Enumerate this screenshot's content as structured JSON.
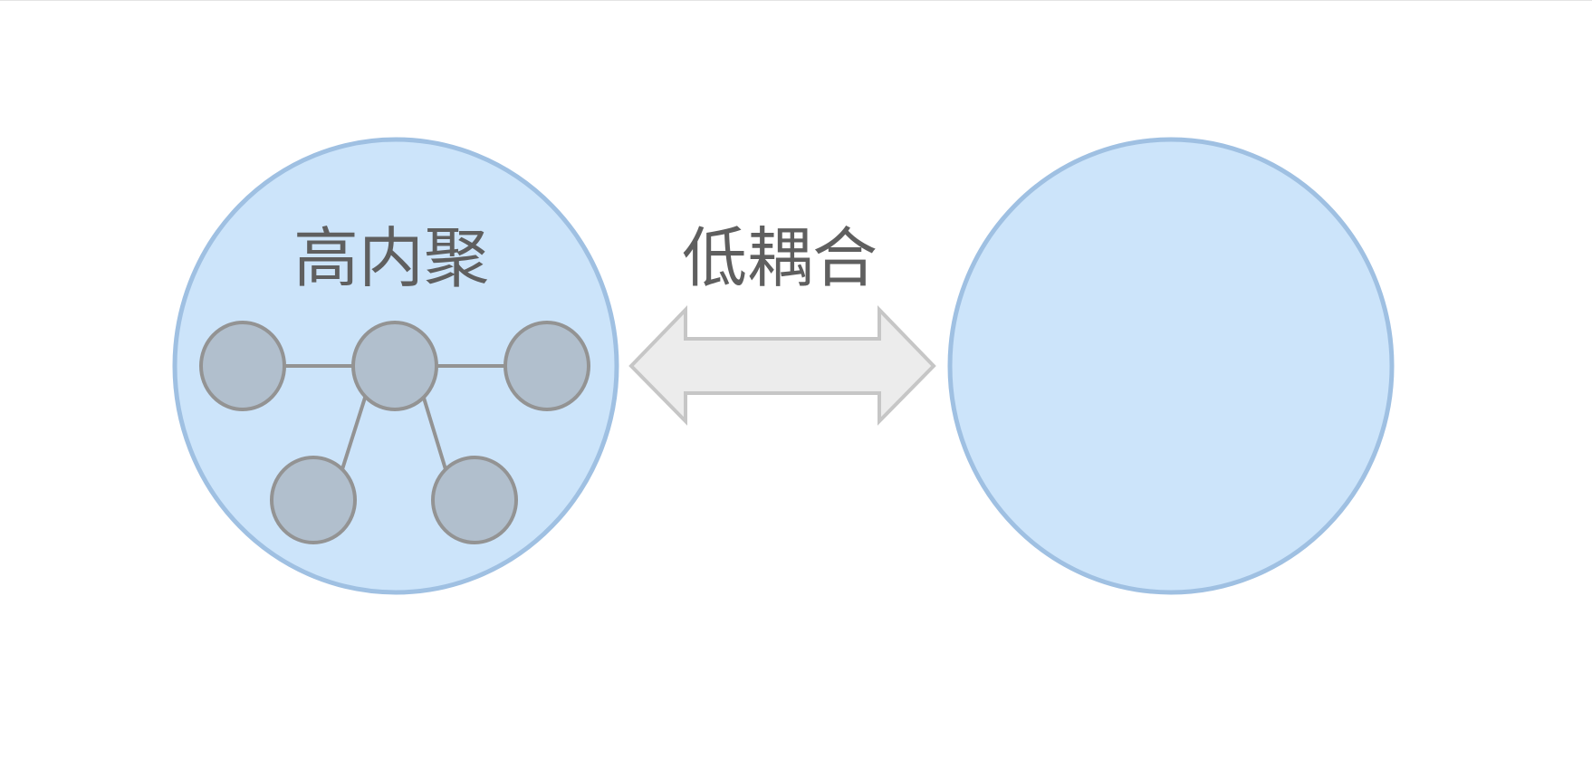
{
  "diagram": {
    "left_module": {
      "label": "高内聚"
    },
    "connector": {
      "label": "低耦合",
      "shape": "double-headed-arrow"
    },
    "right_module": {},
    "colors": {
      "module_fill": "#cce4fa",
      "module_stroke": "#9fc0e2",
      "node_fill": "#b1bfcd",
      "node_stroke": "#939393",
      "edge": "#939393",
      "arrow_fill": "#ececec",
      "arrow_stroke": "#c6c6c6",
      "text": "#5f5f5f"
    }
  }
}
